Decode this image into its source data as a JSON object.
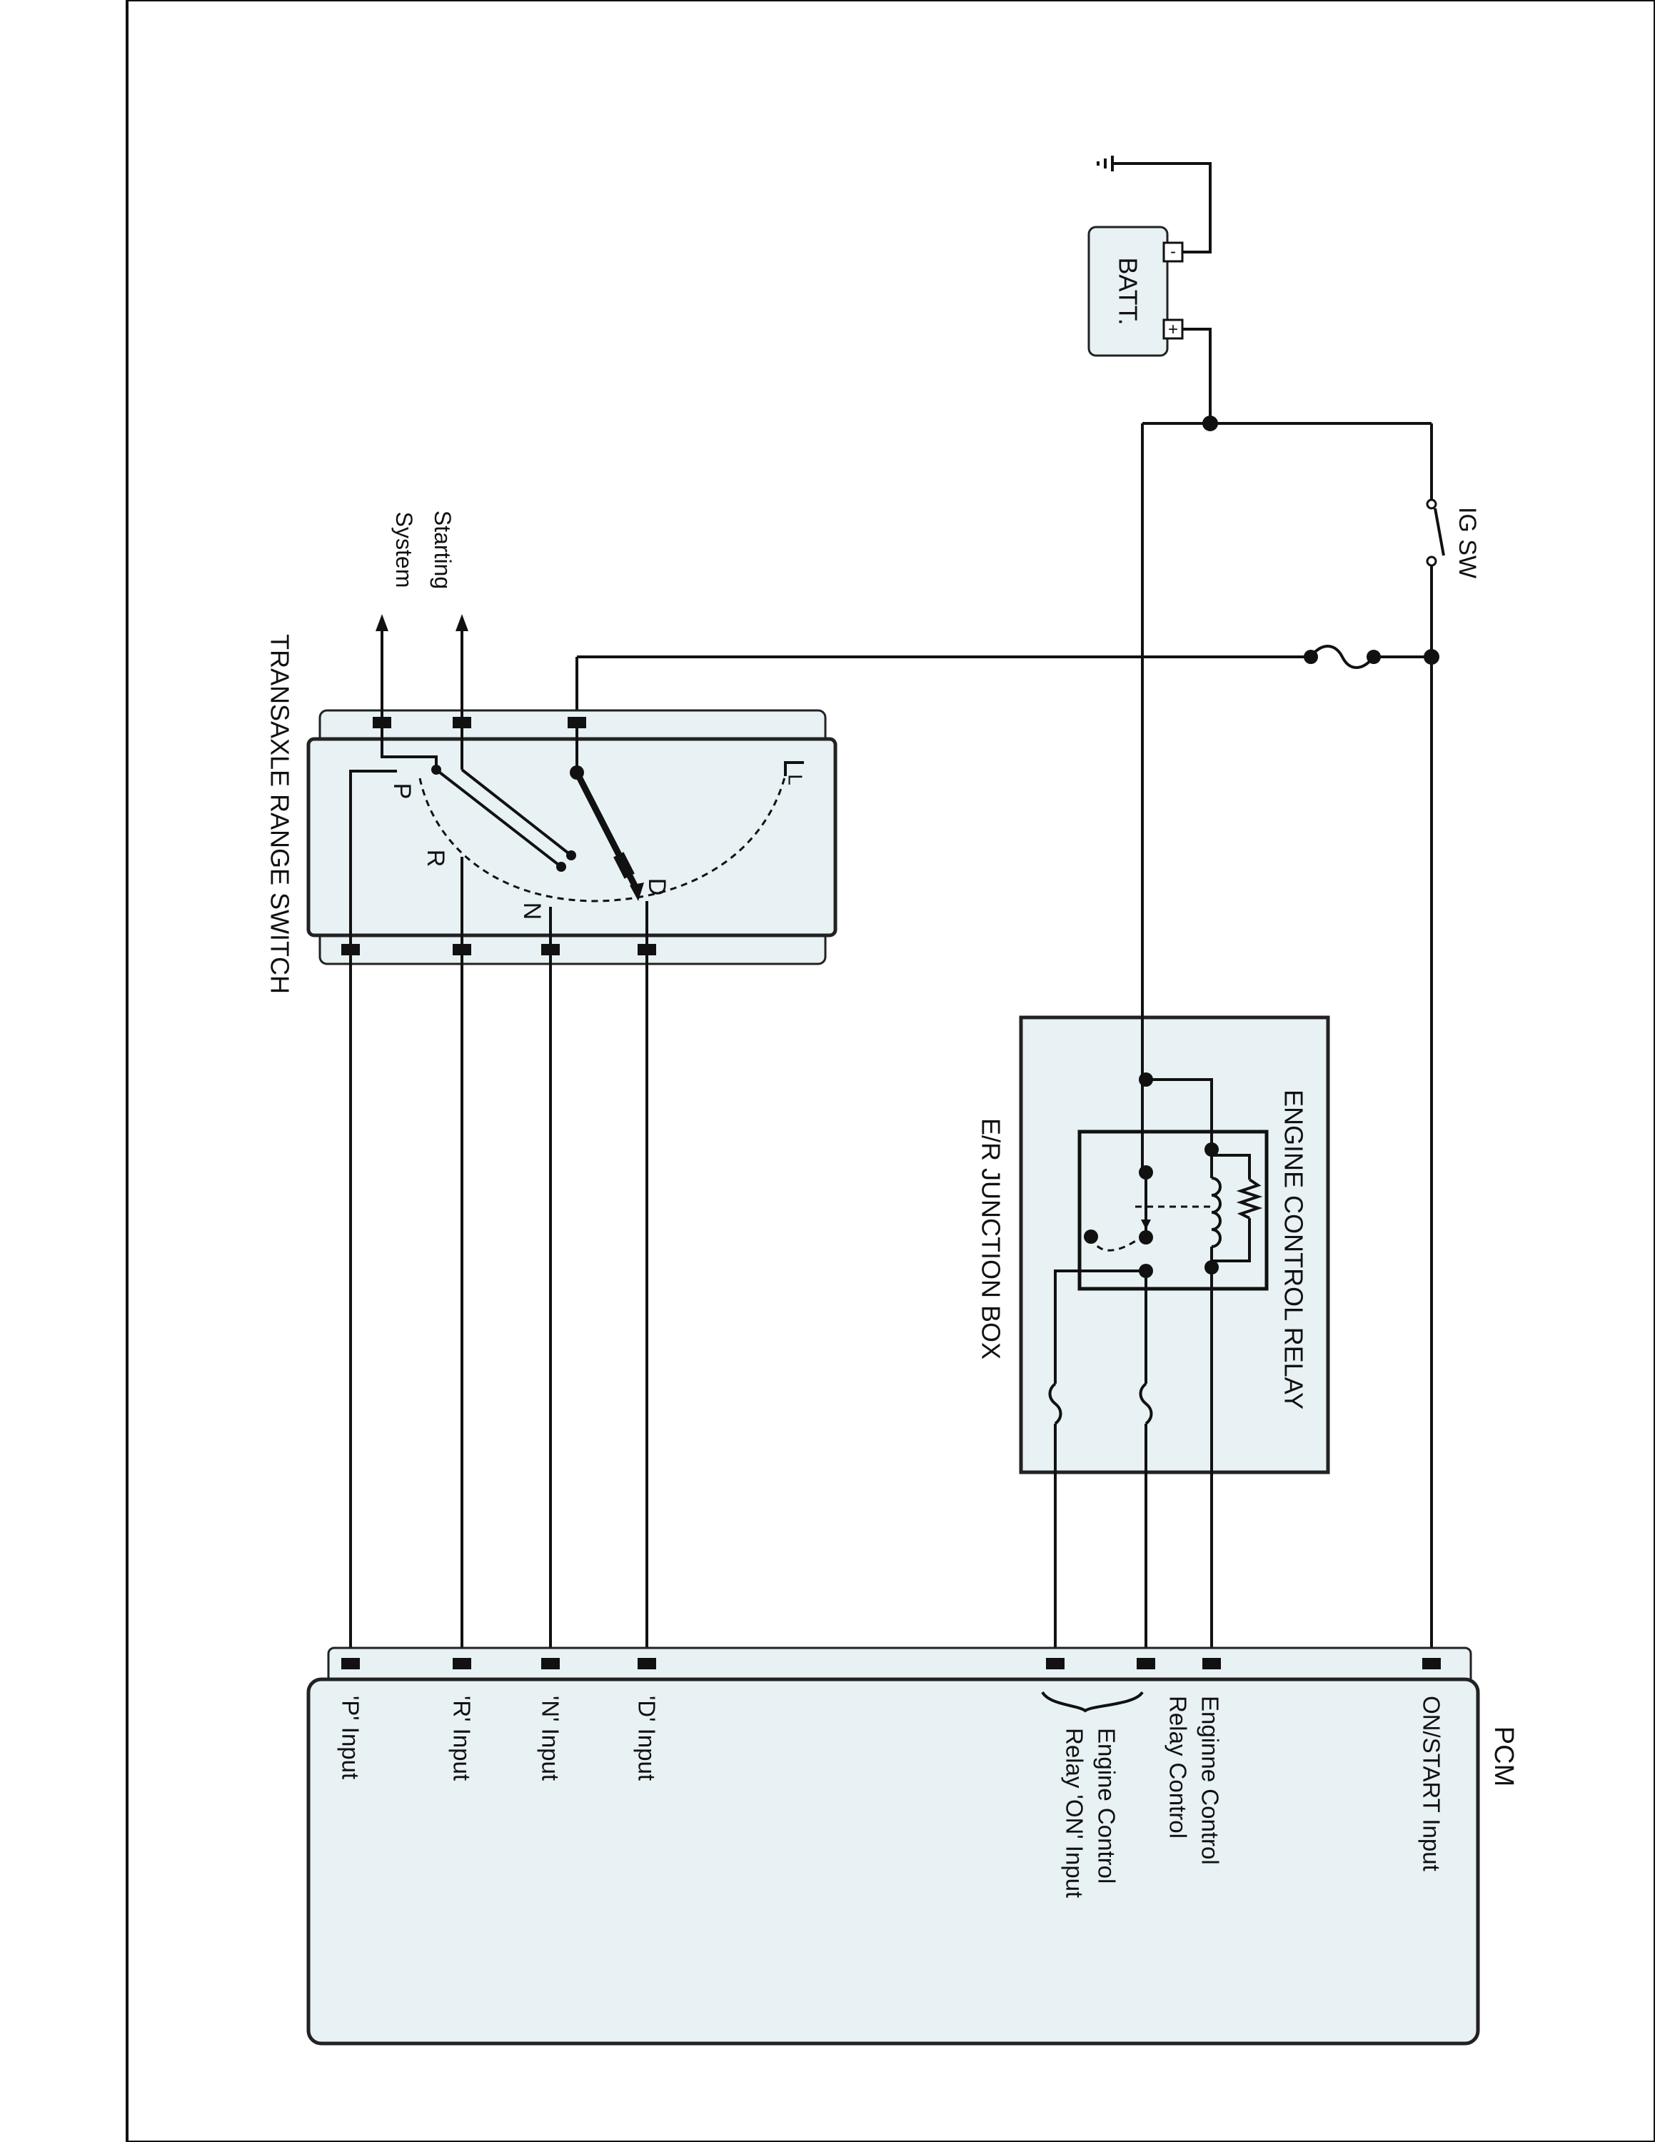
{
  "components": {
    "battery": {
      "label": "BATT.",
      "neg": "-",
      "pos": "+"
    },
    "ig_switch": {
      "label": "IG SW"
    },
    "starting_system": {
      "label_line1": "Starting",
      "label_line2": "System"
    },
    "tr_switch": {
      "label": "TRANSAXLE RANGE SWITCH",
      "positions": [
        "P",
        "R",
        "N",
        "D",
        "L"
      ]
    },
    "jbox": {
      "label": "E/R JUNCTION BOX"
    },
    "relay": {
      "label": "ENGINE CONTROL RELAY"
    },
    "pcm": {
      "label": "PCM",
      "inputs": {
        "on_start": "ON/START Input",
        "ecr_ctrl_1": "Enginne Control",
        "ecr_ctrl_2": "Relay Control",
        "ecr_on_1": "Engine Control",
        "ecr_on_2": "Relay 'ON' Input",
        "d": "'D' Input",
        "n": "'N' Input",
        "r": "'R' Input",
        "p": "'P' Input"
      }
    }
  },
  "colors": {
    "box_fill": "#e8f1f3",
    "line": "#111111"
  }
}
